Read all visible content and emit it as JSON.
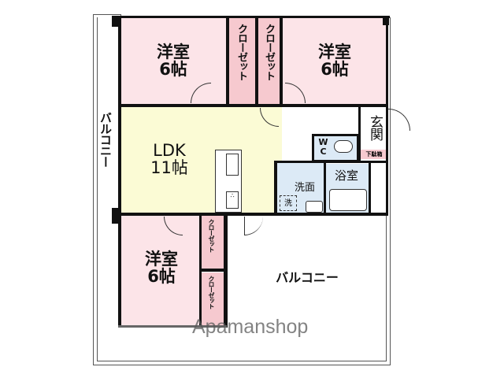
{
  "colors": {
    "bedroom": "#fce4e8",
    "closet": "#f6c9cf",
    "ldk": "#fbfbd5",
    "wet": "#dceaf6",
    "wall": "#111111",
    "balcony": "#ffffff",
    "shoe_box": "#f6c9cf"
  },
  "rooms": {
    "bedroom_top_left": {
      "name": "洋室",
      "size": "6帖"
    },
    "bedroom_top_right": {
      "name": "洋室",
      "size": "6帖"
    },
    "bedroom_bottom": {
      "name": "洋室",
      "size": "6帖"
    },
    "ldk": {
      "name": "LDK",
      "size": "11帖"
    },
    "entrance": {
      "name": "玄関"
    },
    "shoe_box": {
      "name": "下駄箱"
    },
    "wc": {
      "name": "WC"
    },
    "bath": {
      "name": "浴室"
    },
    "washroom": {
      "name": "洗面"
    },
    "washer": {
      "name": "洗"
    }
  },
  "closets": {
    "top_left": "クローゼット",
    "top_right": "クローゼット",
    "bottom_upper": "クローゼット",
    "bottom_lower": "クローゼット"
  },
  "balconies": {
    "west": "バルコニー",
    "south": "バルコニー"
  },
  "watermark": "Apamanshop"
}
